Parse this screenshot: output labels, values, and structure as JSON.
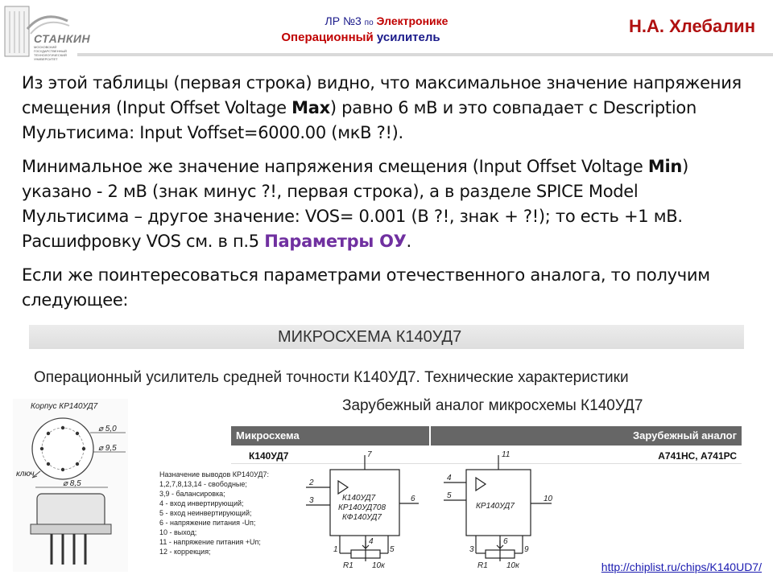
{
  "header": {
    "lab_prefix": "ЛР №3",
    "lab_connector": "по",
    "lab_subject": "Электронике",
    "topic_word1": "Операционный",
    "topic_word2": "усилитель",
    "author": "Н.А. Хлебалин",
    "logo_wordmark": "СТАНКИН",
    "logo_caption": "Московский государственный технологический университет"
  },
  "paragraphs": {
    "p1_a": "Из этой таблицы (первая строка) видно, что максимальное значение напряжения смещения (Input Offset Voltage ",
    "p1_bold": "Max",
    "p1_b": ") равно 6 мВ и это совпадает с Description Мультисима: Input Voffset=6000.00 (мкВ ?!).",
    "p2_a": "Минимальное же значение напряжения смещения (Input Offset Voltage ",
    "p2_bold": "Min",
    "p2_b": ") указано  - 2 мВ (знак минус ?!, первая строка), а в разделе SPICE Model Мультисима – другое значение: VOS= 0.001 (В ?!, знак + ?!); то есть +1 мВ.  Расшифровку VOS см. в п.5 ",
    "p2_link": "Параметры ОУ",
    "p2_c": ".",
    "p3": "Если же поинтересоваться параметрами отечественного аналога, то получим следующее:"
  },
  "datasheet": {
    "bar_title": "МИКРОСХЕМА К140УД7",
    "subtitle": "Операционный усилитель средней точности К140УД7. Технические характеристики",
    "package": {
      "caption": "Корпус КР140УД7",
      "dim_d5": "⌀ 5,0",
      "dim_d95": "⌀ 9,5",
      "dim_d85": "⌀ 8,5",
      "key_label": "ключ"
    },
    "pins_title": "Назначение выводов КР140УД7:",
    "pins": [
      "1,2,7,8,13,14 - свободные;",
      "3,9 - балансировка;",
      "4 - вход инвертирующий;",
      "5 - вход неинвертирующий;",
      "6 - напряжение питания -Uп;",
      "10 - выход;",
      "11 - напряжение питания +Uп;",
      "12 - коррекция;"
    ],
    "analog_title": "Зарубежный аналог микросхемы К140УД7",
    "table": {
      "headers": [
        "Микросхема",
        "Зарубежный аналог"
      ],
      "rows": [
        [
          "К140УД7",
          "А741НС, А741РС"
        ]
      ]
    },
    "schematic1": {
      "labels": [
        "К140УД7",
        "КР140УД708",
        "КФ140УД7"
      ],
      "pins": [
        "7",
        "2",
        "3",
        "6",
        "4",
        "1",
        "5"
      ],
      "r1": "R1",
      "r2": "10к"
    },
    "schematic2": {
      "labels": [
        "КР140УД7"
      ],
      "pins": [
        "11",
        "4",
        "5",
        "10",
        "6",
        "3",
        "9"
      ],
      "r1": "R1",
      "r2": "10к"
    }
  },
  "source_url": "http://chiplist.ru/chips/K140UD7/"
}
